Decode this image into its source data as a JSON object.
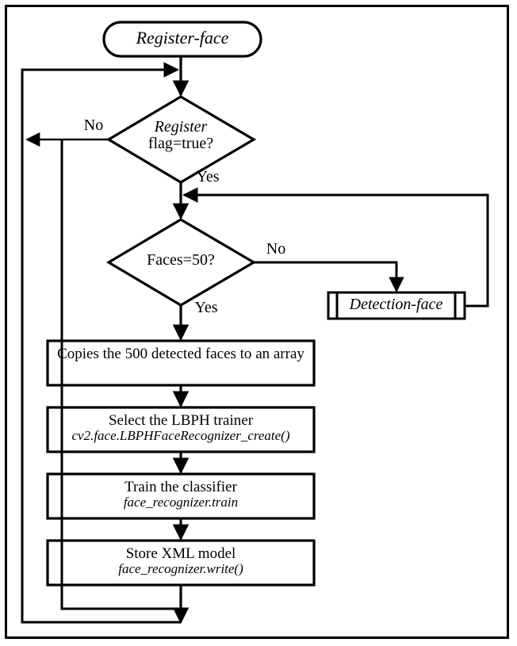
{
  "diagram": {
    "title": "Register-face flowchart",
    "type": "flowchart",
    "border_color": "#000000",
    "line_color": "#000000",
    "background": "#ffffff",
    "nodes": {
      "start": {
        "shape": "terminator",
        "label": "Register-face"
      },
      "decision_register": {
        "shape": "decision",
        "label_line1": "Register",
        "label_line2": "flag=true?"
      },
      "decision_faces": {
        "shape": "decision",
        "label": "Faces=50?"
      },
      "subroutine_detection": {
        "shape": "predefined-process",
        "label": "Detection-face"
      },
      "process_copy": {
        "shape": "process",
        "line1": "Copies the 500 detected faces to",
        "line2": "an array"
      },
      "process_select": {
        "shape": "process",
        "line1": "Select the LBPH trainer",
        "code": "cv2.face.LBPHFaceRecognizer_create()"
      },
      "process_train": {
        "shape": "process",
        "line1": "Train the classifier",
        "code": "face_recognizer.train"
      },
      "process_store": {
        "shape": "process",
        "line1": "Store XML model",
        "code": "face_recognizer.write()"
      }
    },
    "edge_labels": {
      "register_no": "No",
      "register_yes": "Yes",
      "faces_no": "No",
      "faces_yes": "Yes"
    }
  }
}
